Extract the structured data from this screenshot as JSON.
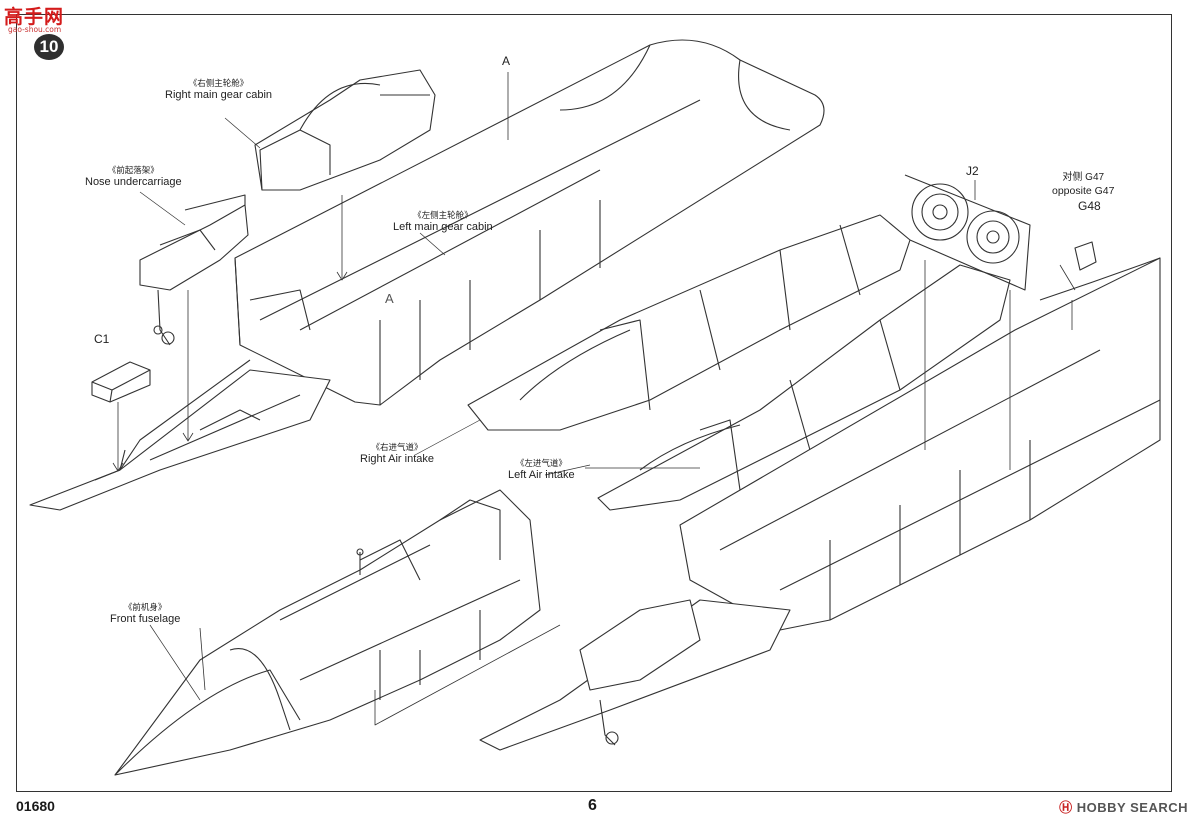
{
  "header": {
    "logo": "高手网",
    "logo_sub": "gao-shou.com",
    "step": "10"
  },
  "labels": {
    "right_main_gear": {
      "cn": "《右侧主轮舱》",
      "en": "Right main gear cabin"
    },
    "nose_undercarriage": {
      "cn": "《前起落架》",
      "en": "Nose undercarriage"
    },
    "left_main_gear": {
      "cn": "《左侧主轮舱》",
      "en": "Left main gear cabin"
    },
    "right_air_intake": {
      "cn": "《右进气道》",
      "en": "Right Air intake"
    },
    "left_air_intake": {
      "cn": "《左进气道》",
      "en": "Left Air intake"
    },
    "front_fuselage": {
      "cn": "《前机身》",
      "en": "Front fuselage"
    },
    "opposite": {
      "cn": "对侧 G47",
      "en": "opposite G47"
    }
  },
  "parts": {
    "a": "A",
    "c1": "C1",
    "j2": "J2",
    "g48": "G48"
  },
  "footer": {
    "code": "01680",
    "page": "6",
    "watermark_mark": "Ⓗ",
    "watermark": "HOBBY SEARCH"
  }
}
